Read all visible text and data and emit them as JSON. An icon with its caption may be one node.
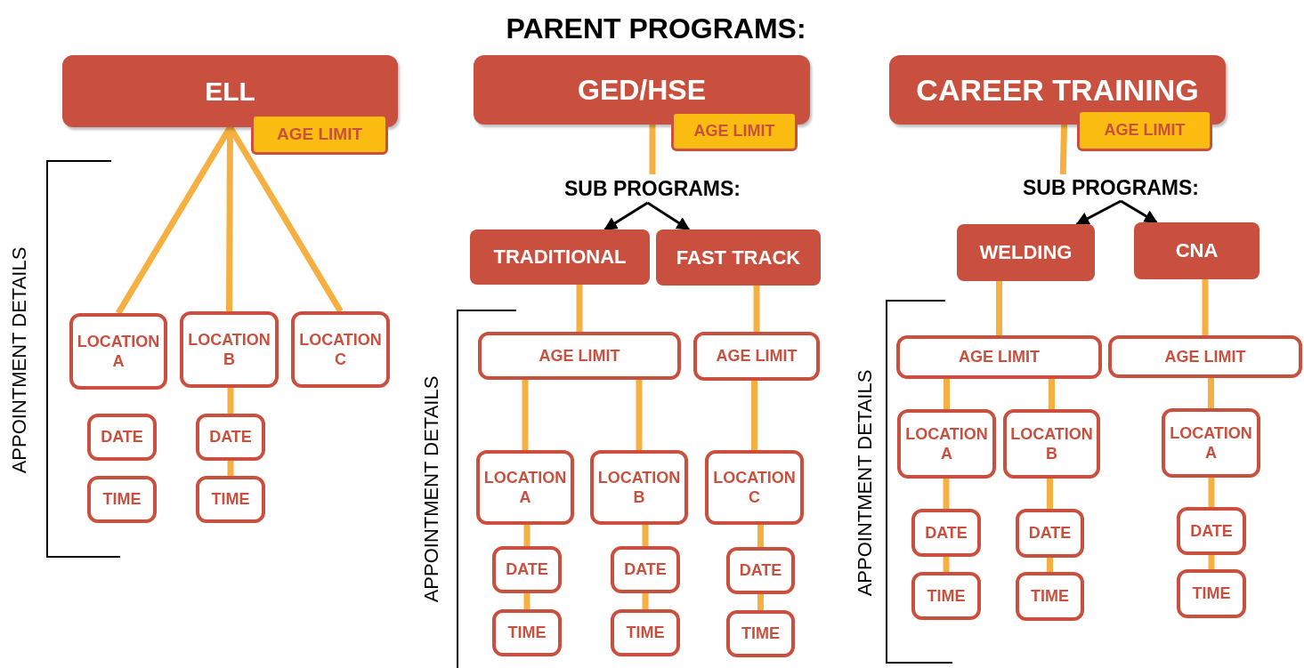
{
  "diagram": {
    "title": "PARENT PROGRAMS:",
    "nodes": [
      {
        "text": [
          "ELL"
        ]
      },
      {
        "text": [
          "AGE LIMIT"
        ]
      },
      {
        "text": [
          "LOCATION A"
        ]
      },
      {
        "text": [
          "LOCATION B"
        ]
      },
      {
        "text": [
          "LOCATION C"
        ]
      },
      {
        "text": [
          "DATE"
        ]
      },
      {
        "text": [
          "DATE"
        ]
      },
      {
        "text": [
          "TIME"
        ]
      },
      {
        "text": [
          "TIME"
        ]
      },
      {
        "text": [
          "GED/HSE"
        ]
      },
      {
        "text": [
          "AGE LIMIT"
        ]
      },
      {
        "text": [
          "SUB PROGRAMS:"
        ]
      },
      {
        "text": [
          "TRADITIONAL"
        ]
      },
      {
        "text": [
          "FAST TRACK"
        ]
      },
      {
        "text": [
          "AGE LIMIT"
        ]
      },
      {
        "text": [
          "AGE LIMIT"
        ]
      },
      {
        "text": [
          "LOCATION A"
        ]
      },
      {
        "text": [
          "LOCATION B"
        ]
      },
      {
        "text": [
          "LOCATION C"
        ]
      },
      {
        "text": [
          "DATE"
        ]
      },
      {
        "text": [
          "DATE"
        ]
      },
      {
        "text": [
          "DATE"
        ]
      },
      {
        "text": [
          "TIME"
        ]
      },
      {
        "text": [
          "TIME"
        ]
      },
      {
        "text": [
          "TIME"
        ]
      },
      {
        "text": [
          "CAREER TRAINING"
        ]
      },
      {
        "text": [
          "AGE LIMIT"
        ]
      },
      {
        "text": [
          "SUB PROGRAMS:"
        ]
      },
      {
        "text": [
          "WELDING"
        ]
      },
      {
        "text": [
          "CNA"
        ]
      },
      {
        "text": [
          "AGE LIMIT"
        ]
      },
      {
        "text": [
          "AGE LIMIT"
        ]
      },
      {
        "text": [
          "LOCATION A"
        ]
      },
      {
        "text": [
          "LOCATION B"
        ]
      },
      {
        "text": [
          "LOCATION A"
        ]
      },
      {
        "text": [
          "DATE"
        ]
      },
      {
        "text": [
          "DATE"
        ]
      },
      {
        "text": [
          "DATE"
        ]
      },
      {
        "text": [
          "TIME"
        ]
      },
      {
        "text": [
          "TIME"
        ]
      },
      {
        "text": [
          "TIME"
        ]
      }
    ],
    "edges": [
      {
        "from": 0,
        "to": 2,
        "arrow": "none"
      },
      {
        "from": 0,
        "to": 3,
        "arrow": "none"
      },
      {
        "from": 0,
        "to": 4,
        "arrow": "none"
      },
      {
        "from": 3,
        "to": 6,
        "arrow": "none"
      },
      {
        "from": 6,
        "to": 8,
        "arrow": "none"
      },
      {
        "from": 9,
        "to": 11,
        "arrow": "none"
      },
      {
        "from": 11,
        "to": 12,
        "arrow": "to",
        "color": "#000000"
      },
      {
        "from": 11,
        "to": 13,
        "arrow": "to",
        "color": "#000000"
      },
      {
        "from": 12,
        "to": 14,
        "arrow": "none"
      },
      {
        "from": 13,
        "to": 15,
        "arrow": "none"
      },
      {
        "from": 14,
        "to": 16,
        "arrow": "none"
      },
      {
        "from": 14,
        "to": 17,
        "arrow": "none"
      },
      {
        "from": 15,
        "to": 18,
        "arrow": "none"
      },
      {
        "from": 16,
        "to": 19,
        "arrow": "none"
      },
      {
        "from": 17,
        "to": 20,
        "arrow": "none"
      },
      {
        "from": 18,
        "to": 21,
        "arrow": "none"
      },
      {
        "from": 19,
        "to": 22,
        "arrow": "none"
      },
      {
        "from": 20,
        "to": 23,
        "arrow": "none"
      },
      {
        "from": 21,
        "to": 24,
        "arrow": "none"
      },
      {
        "from": 25,
        "to": 27,
        "arrow": "none"
      },
      {
        "from": 27,
        "to": 28,
        "arrow": "to",
        "color": "#000000"
      },
      {
        "from": 27,
        "to": 29,
        "arrow": "to",
        "color": "#000000"
      },
      {
        "from": 28,
        "to": 30,
        "arrow": "none"
      },
      {
        "from": 29,
        "to": 31,
        "arrow": "none"
      },
      {
        "from": 30,
        "to": 32,
        "arrow": "none"
      },
      {
        "from": 30,
        "to": 33,
        "arrow": "none"
      },
      {
        "from": 31,
        "to": 34,
        "arrow": "none"
      },
      {
        "from": 32,
        "to": 35,
        "arrow": "none"
      },
      {
        "from": 33,
        "to": 36,
        "arrow": "none"
      },
      {
        "from": 34,
        "to": 37,
        "arrow": "none"
      },
      {
        "from": 35,
        "to": 38,
        "arrow": "none"
      },
      {
        "from": 36,
        "to": 39,
        "arrow": "none"
      },
      {
        "from": 37,
        "to": 40,
        "arrow": "none"
      }
    ],
    "labels": [
      "APPOINTMENT DETAILS",
      "APPOINTMENT DETAILS",
      "APPOINTMENT DETAILS"
    ]
  }
}
